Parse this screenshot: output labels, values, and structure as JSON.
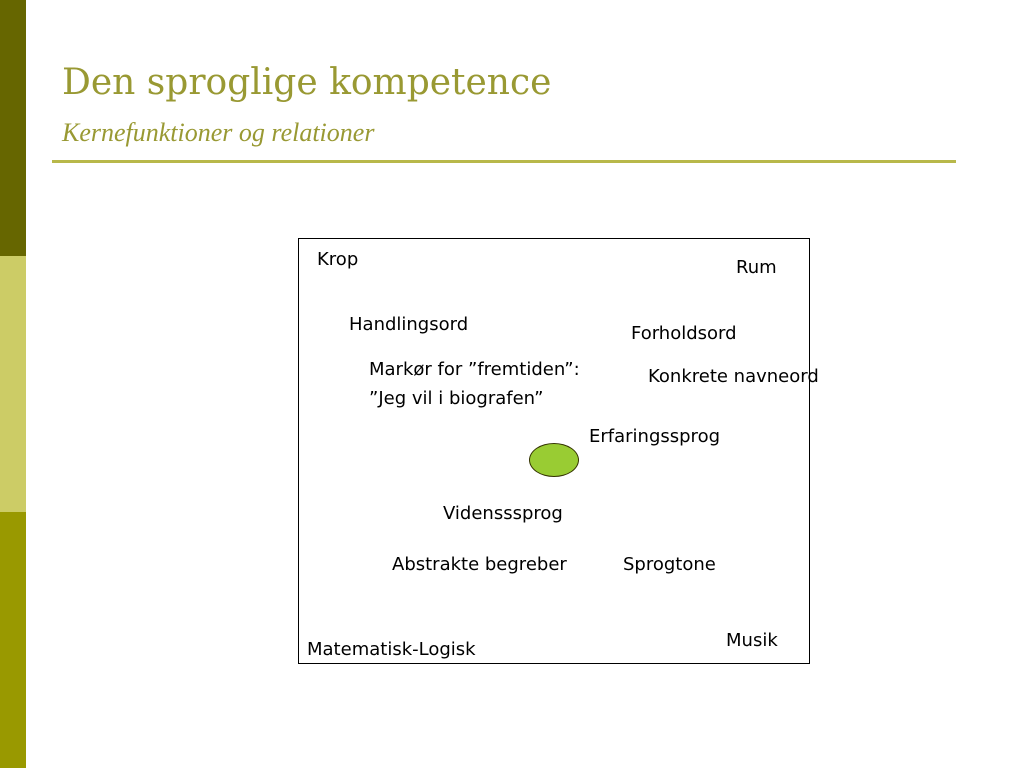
{
  "slide": {
    "title": "Den sproglige kompetence",
    "subtitle": "Kernefunktioner og relationer"
  },
  "diagram": {
    "corner_labels": {
      "top_left": "Krop",
      "top_right": "Rum",
      "bottom_left": "Matematisk-Logisk",
      "bottom_right": "Musik"
    },
    "labels": {
      "handlingsord": "Handlingsord",
      "forholdsord": "Forholdsord",
      "marker_line1": "Markør for ”fremtiden”:",
      "marker_line2": "”Jeg vil i biografen”",
      "konkrete_navneord": "Konkrete navneord",
      "erfaringssprog": "Erfaringssprog",
      "vidensssprog": "Vidensssprog",
      "abstrakte_begreber": "Abstrakte begreber",
      "sprogtone": "Sprogtone"
    },
    "marker_color": "#99cc33"
  },
  "colors": {
    "accent": "#999933",
    "bar_top": "#666600",
    "bar_middle": "#cccc66",
    "bar_bottom": "#999900"
  }
}
